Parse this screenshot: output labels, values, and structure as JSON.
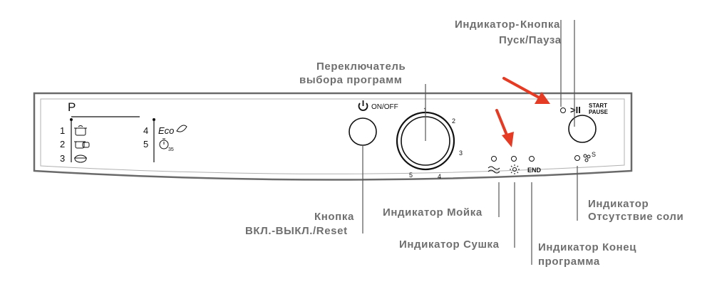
{
  "panel": {
    "program_letter": "P",
    "programs": [
      {
        "number": "1",
        "icon": "pot-icon"
      },
      {
        "number": "2",
        "icon": "pots-icon"
      },
      {
        "number": "3",
        "icon": "bowl-icon"
      },
      {
        "number": "4",
        "icon": "eco-leaf-icon",
        "text": "Eco"
      },
      {
        "number": "5",
        "icon": "stopwatch-icon",
        "text": "35"
      }
    ],
    "power_button_label": "ON/OFF",
    "dial_numbers": [
      "1",
      "2",
      "3",
      "4",
      "5"
    ],
    "end_label": "END",
    "start_label": "START",
    "pause_label": "PAUSE",
    "salt_label": "S",
    "start_symbol": ">II"
  },
  "callouts": {
    "start_pause": [
      "Индикатор-",
      "Кнопка",
      "Пуск/Пауза"
    ],
    "program_selector": [
      "Переключатель",
      "выбора программ"
    ],
    "power_button": [
      "Кнопка",
      "ВКЛ.-ВЫКЛ./Reset"
    ],
    "wash_indicator": "Индикатор Мойка",
    "dry_indicator": "Индикатор Сушка",
    "end_indicator": [
      "Индикатор Конец",
      "программа"
    ],
    "salt_indicator": [
      "Индикатор",
      "Отсутствие соли"
    ]
  },
  "colors": {
    "arrow": "#e53a23",
    "label_text": "#6f6f6f",
    "panel_line": "#222222"
  }
}
